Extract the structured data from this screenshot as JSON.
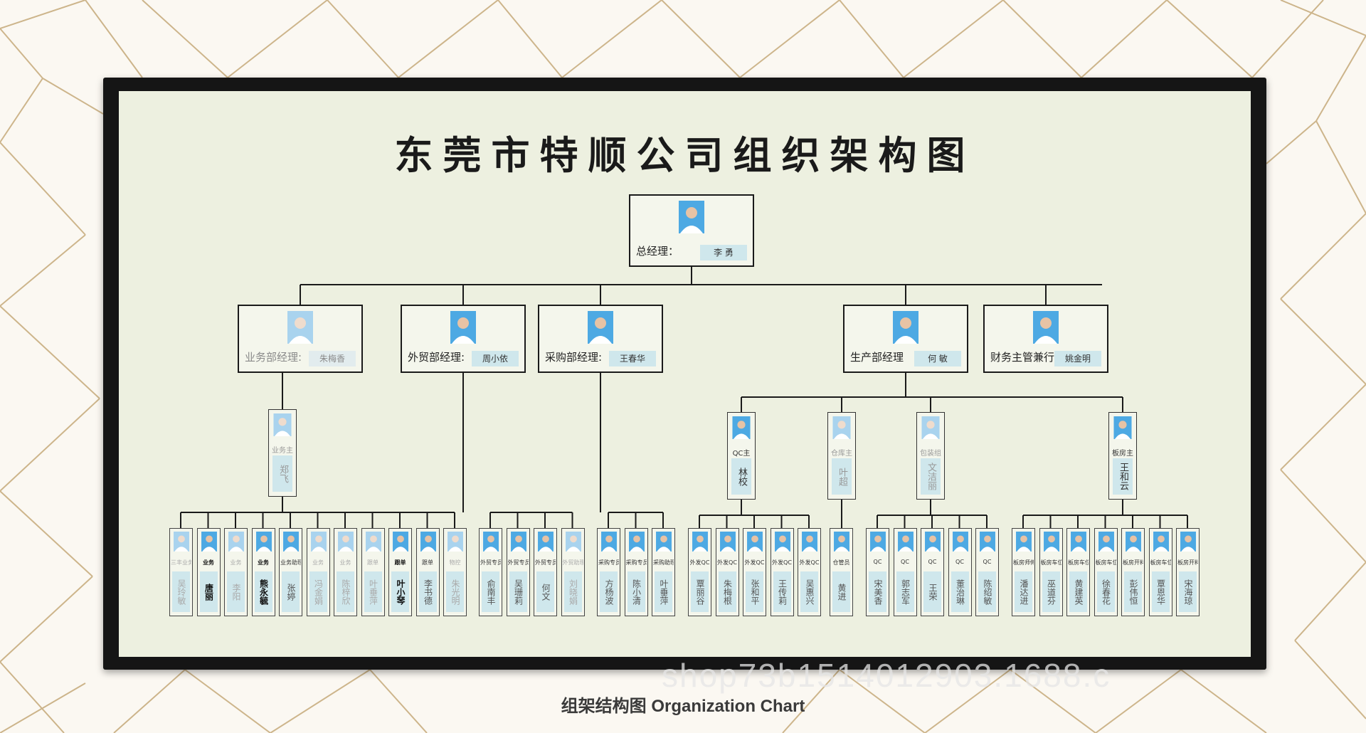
{
  "title": "东莞市特顺公司组织架构图",
  "caption": "组架结构图 Organization Chart",
  "watermark": "shop73b1514012903.1688.c",
  "colors": {
    "frame": "#151515",
    "board": "#edf0e0",
    "name_tag": "#cfe7ec",
    "gold": "#c8ad7f"
  },
  "general_manager": {
    "role": "总经理：",
    "name": "李 勇"
  },
  "managers": [
    {
      "role": "业务部经理:",
      "name": "朱梅香",
      "faded": true
    },
    {
      "role": "外贸部经理:",
      "name": "周小依",
      "faded": false
    },
    {
      "role": "采购部经理:",
      "name": "王春华",
      "faded": false
    },
    {
      "role": "生产部经理",
      "name": "何 敏",
      "faded": false
    },
    {
      "role": "财务主管兼行政:",
      "name": "姚金明",
      "faded": false
    }
  ],
  "supervisors": [
    {
      "role": "业务主管",
      "name": "郑飞",
      "faded": true
    },
    {
      "role": "QC主管",
      "name": "林校",
      "faded": false
    },
    {
      "role": "仓库主管",
      "name": "叶超",
      "faded": true,
      "bold": true
    },
    {
      "role": "包装组长",
      "name": "文洁丽",
      "faded": true
    },
    {
      "role": "板房主管",
      "name": "王和云",
      "faded": false
    }
  ],
  "groups": [
    {
      "label": "business",
      "members": [
        {
          "role": "三丰业务经理",
          "name": "吴玲敏",
          "faded": true
        },
        {
          "role": "业务",
          "name": "唐丽",
          "faded": false,
          "bold": true
        },
        {
          "role": "业务",
          "name": "李阳",
          "faded": true
        },
        {
          "role": "业务",
          "name": "熊永毓",
          "bold": true
        },
        {
          "role": "业务助理",
          "name": "张婷",
          "faded": false
        },
        {
          "role": "业务",
          "name": "冯金娟",
          "faded": true
        },
        {
          "role": "业务",
          "name": "陈梓欣",
          "faded": true
        },
        {
          "role": "跟单",
          "name": "叶垂萍",
          "faded": true
        },
        {
          "role": "跟单",
          "name": "叶小琴",
          "bold": true
        },
        {
          "role": "跟单",
          "name": "李书德",
          "faded": false
        },
        {
          "role": "物控",
          "name": "朱光明",
          "faded": true
        }
      ]
    },
    {
      "label": "foreign-trade",
      "members": [
        {
          "role": "外贸专员",
          "name": "俞南丰",
          "faded": false
        },
        {
          "role": "外贸专员",
          "name": "吴珊莉",
          "faded": false
        },
        {
          "role": "外贸专员",
          "name": "何文",
          "faded": false
        },
        {
          "role": "外贸助理",
          "name": "刘晓娟",
          "faded": true
        }
      ]
    },
    {
      "label": "purchasing",
      "members": [
        {
          "role": "采购专员",
          "name": "方杨波",
          "faded": false
        },
        {
          "role": "采购专员",
          "name": "陈小清",
          "faded": false
        },
        {
          "role": "采购助理",
          "name": "叶垂萍",
          "faded": false
        }
      ]
    },
    {
      "label": "qc",
      "members": [
        {
          "role": "外发QC",
          "name": "覃丽谷",
          "faded": false
        },
        {
          "role": "外发QC",
          "name": "朱梅根",
          "faded": false
        },
        {
          "role": "外发QC",
          "name": "张和平",
          "faded": false
        },
        {
          "role": "外发QC",
          "name": "王传莉",
          "faded": false
        },
        {
          "role": "外发QC",
          "name": "吴惠兴",
          "faded": false
        }
      ]
    },
    {
      "label": "warehouse",
      "members": [
        {
          "role": "仓管员",
          "name": "黄进",
          "faded": false
        }
      ]
    },
    {
      "label": "packing",
      "members": [
        {
          "role": "QC",
          "name": "宋美香",
          "faded": false
        },
        {
          "role": "QC",
          "name": "郭志军",
          "faded": false
        },
        {
          "role": "QC",
          "name": "王荣",
          "faded": false
        },
        {
          "role": "QC",
          "name": "董治琳",
          "faded": false
        },
        {
          "role": "QC",
          "name": "陈绍敏",
          "faded": false
        }
      ]
    },
    {
      "label": "sample-room",
      "members": [
        {
          "role": "板房师傅",
          "name": "潘达进",
          "faded": false
        },
        {
          "role": "板房车位",
          "name": "巫道芬",
          "faded": false
        },
        {
          "role": "板房车位",
          "name": "黄建英",
          "faded": false
        },
        {
          "role": "板房车位",
          "name": "徐春花",
          "faded": false
        },
        {
          "role": "板房开料",
          "name": "彭伟恒",
          "faded": false
        },
        {
          "role": "板房车位",
          "name": "覃恩华",
          "faded": false
        },
        {
          "role": "板房开料",
          "name": "宋海琼",
          "faded": false
        }
      ]
    }
  ]
}
